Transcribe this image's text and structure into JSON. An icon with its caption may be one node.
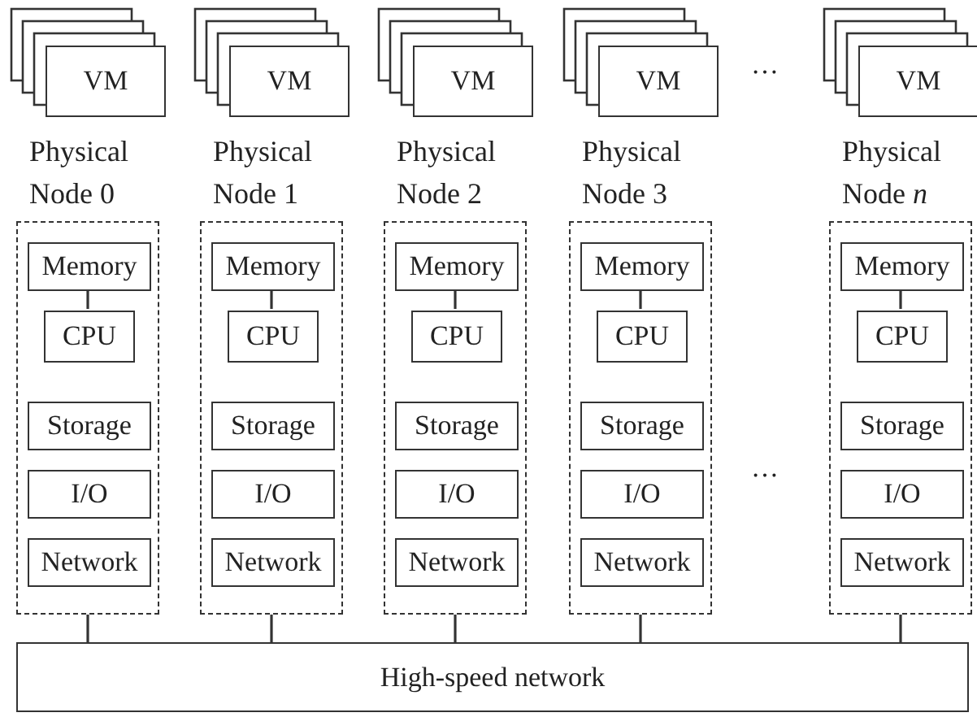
{
  "diagram": {
    "nodes": [
      {
        "text": [
          "VM"
        ]
      },
      {
        "text": [
          "Physical Node 0"
        ]
      },
      {
        "text": [
          "Memory"
        ],
        "in": 1
      },
      {
        "text": [
          "CPU"
        ],
        "in": 1
      },
      {
        "text": [
          "Storage"
        ],
        "in": 1
      },
      {
        "text": [
          "I/O"
        ],
        "in": 1
      },
      {
        "text": [
          "Network"
        ],
        "in": 1
      },
      {
        "text": [
          "VM"
        ]
      },
      {
        "text": [
          "Physical Node 1"
        ]
      },
      {
        "text": [
          "Memory"
        ],
        "in": 8
      },
      {
        "text": [
          "CPU"
        ],
        "in": 8
      },
      {
        "text": [
          "Storage"
        ],
        "in": 8
      },
      {
        "text": [
          "I/O"
        ],
        "in": 8
      },
      {
        "text": [
          "Network"
        ],
        "in": 8
      },
      {
        "text": [
          "VM"
        ]
      },
      {
        "text": [
          "Physical Node 2"
        ]
      },
      {
        "text": [
          "Memory"
        ],
        "in": 15
      },
      {
        "text": [
          "CPU"
        ],
        "in": 15
      },
      {
        "text": [
          "Storage"
        ],
        "in": 15
      },
      {
        "text": [
          "I/O"
        ],
        "in": 15
      },
      {
        "text": [
          "Network"
        ],
        "in": 15
      },
      {
        "text": [
          "VM"
        ]
      },
      {
        "text": [
          "Physical Node 3"
        ]
      },
      {
        "text": [
          "Memory"
        ],
        "in": 22
      },
      {
        "text": [
          "CPU"
        ],
        "in": 22
      },
      {
        "text": [
          "Storage"
        ],
        "in": 22
      },
      {
        "text": [
          "I/O"
        ],
        "in": 22
      },
      {
        "text": [
          "Network"
        ],
        "in": 22
      },
      {
        "text": [
          "VM"
        ]
      },
      {
        "text": [
          "Physical Node *n*"
        ]
      },
      {
        "text": [
          "Memory"
        ],
        "in": 29
      },
      {
        "text": [
          "CPU"
        ],
        "in": 29
      },
      {
        "text": [
          "Storage"
        ],
        "in": 29
      },
      {
        "text": [
          "I/O"
        ],
        "in": 29
      },
      {
        "text": [
          "Network"
        ],
        "in": 29
      },
      {
        "text": [
          "High-speed network"
        ]
      }
    ],
    "edges": [
      {
        "from": 2,
        "to": 3,
        "arrow": "none"
      },
      {
        "from": 9,
        "to": 10,
        "arrow": "none"
      },
      {
        "from": 16,
        "to": 17,
        "arrow": "none"
      },
      {
        "from": 23,
        "to": 24,
        "arrow": "none"
      },
      {
        "from": 30,
        "to": 31,
        "arrow": "none"
      },
      {
        "from": 1,
        "to": 35,
        "arrow": "none"
      },
      {
        "from": 8,
        "to": 35,
        "arrow": "none"
      },
      {
        "from": 15,
        "to": 35,
        "arrow": "none"
      },
      {
        "from": 22,
        "to": 35,
        "arrow": "none"
      },
      {
        "from": 29,
        "to": 35,
        "arrow": "none"
      }
    ],
    "labels": [
      "…",
      "…"
    ]
  }
}
